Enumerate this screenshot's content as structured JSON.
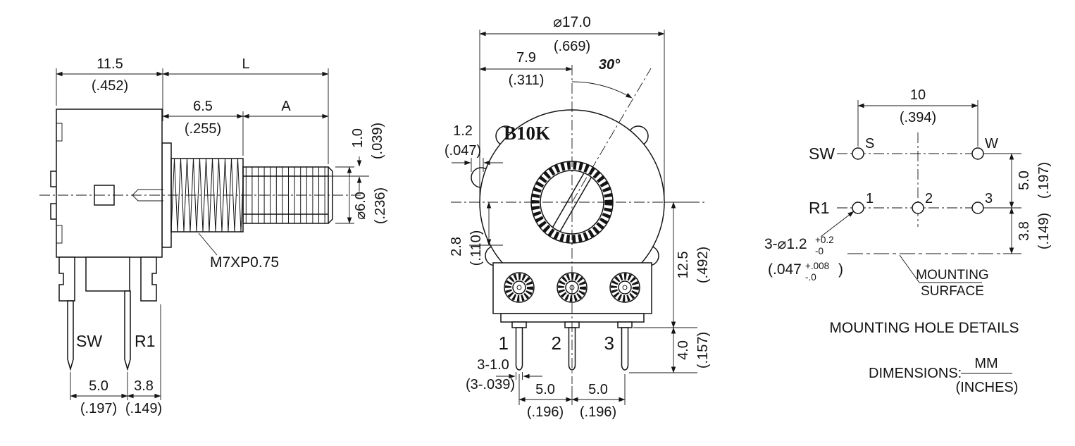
{
  "colors": {
    "ink": "#141414",
    "paper": "#ffffff"
  },
  "drawing": {
    "side": {
      "body_width": "11.5",
      "body_width_in": "(.452)",
      "shaft_len": "L",
      "bushing_len": "6.5",
      "bushing_len_in": "(.255)",
      "knurl_len": "A",
      "flat_depth": "1.0",
      "flat_depth_in": "(.039)",
      "shaft_dia": "⌀6.0",
      "shaft_dia_in": "(.236)",
      "thread": "M7XP0.75",
      "sw": "SW",
      "r1": "R1",
      "pin_pitch": "5.0",
      "pin_pitch_in": "(.197)",
      "pin_offset": "3.8",
      "pin_offset_in": "(.149)"
    },
    "front": {
      "body_dia": "⌀17.0",
      "body_dia_in": "(.669)",
      "slot_offset": "7.9",
      "slot_offset_in": "(.311)",
      "slot_angle": "30°",
      "tab_w": "1.2",
      "tab_w_in": "(.047)",
      "tab_h": "2.8",
      "tab_h_in": "(.110)",
      "marking": "B10K",
      "depth": "12.5",
      "depth_in": "(.492)",
      "pin_len": "4.0",
      "pin_len_in": "(.157)",
      "pin_w": "3-1.0",
      "pin_w_in": "(3-.039)",
      "pitch1": "5.0",
      "pitch1_in": "(.196)",
      "pitch2": "5.0",
      "pitch2_in": "(.196)",
      "pin1": "1",
      "pin2": "2",
      "pin3": "3"
    },
    "mount": {
      "span": "10",
      "span_in": "(.394)",
      "sw": "SW",
      "r1": "R1",
      "s": "S",
      "w": "W",
      "h1": "1",
      "h2": "2",
      "h3": "3",
      "row_gap": "5.0",
      "row_gap_in": "(.197)",
      "surf_gap": "3.8",
      "surf_gap_in": "(.149)",
      "hole_note": "3-⌀1.2",
      "hole_tol_p": "+0.2",
      "hole_tol_m": "-0",
      "hole_note_in": "(.047",
      "hole_tol_p_in": "+.008",
      "hole_tol_m_in": "-.0",
      "hole_note_close": ")",
      "surface1": "MOUNTING",
      "surface2": "SURFACE",
      "title": "MOUNTING HOLE DETAILS",
      "dims_label": "DIMENSIONS:",
      "unit_mm": "MM",
      "unit_in": "(INCHES)"
    }
  }
}
